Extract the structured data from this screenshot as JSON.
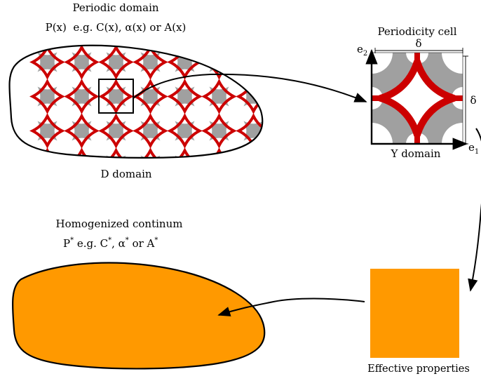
{
  "labels": {
    "periodic_title": "Periodic domain",
    "periodic_formula": "P(x)  e.g. C(x), α(x) or A(x)",
    "d_domain": "D domain",
    "cell_title": "Periodicity cell",
    "delta_top": "δ",
    "delta_right": "δ",
    "e1_base": "e",
    "e1_sub": "1",
    "e2_base": "e",
    "e2_sub": "2",
    "y_domain": "Y domain",
    "homog_title": "Homogenized continum",
    "homog_p": "P",
    "homog_mid1": " e.g. C",
    "homog_mid2": ", α",
    "homog_mid3": " or A",
    "star": "*",
    "effective": "Effective properties"
  },
  "colors": {
    "lattice_red": "#cc0000",
    "inclusion_gray": "#a0a0a0",
    "homogenized_orange": "#ff9900",
    "outline": "#000000"
  }
}
